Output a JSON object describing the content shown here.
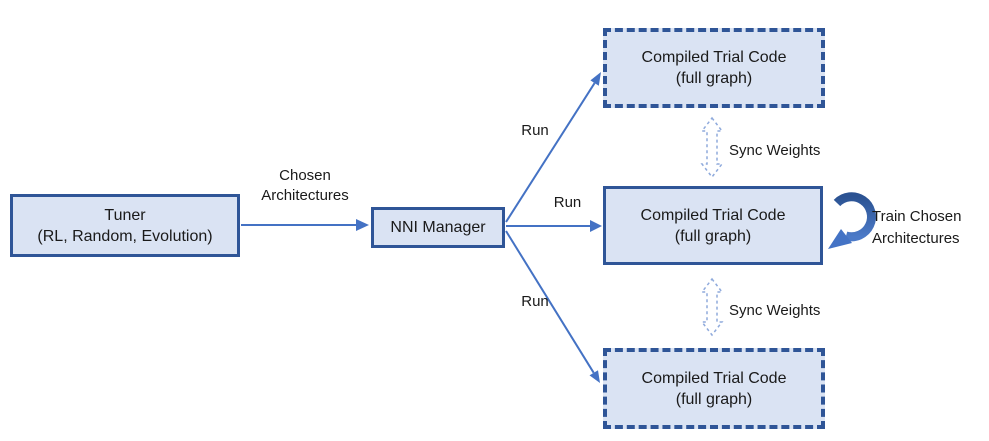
{
  "diagram": {
    "tuner": {
      "title": "Tuner",
      "subtitle": "(RL, Random, Evolution)"
    },
    "manager": {
      "label": "NNI Manager"
    },
    "trial_boxes": [
      {
        "title": "Compiled Trial Code",
        "subtitle": "(full graph)",
        "border_style": "dashed"
      },
      {
        "title": "Compiled Trial Code",
        "subtitle": "(full graph)",
        "border_style": "solid"
      },
      {
        "title": "Compiled Trial Code",
        "subtitle": "(full graph)",
        "border_style": "dashed"
      }
    ],
    "edge_labels": {
      "chosen_architectures": "Chosen\nArchitectures",
      "run_top": "Run",
      "run_middle": "Run",
      "run_bottom": "Run",
      "sync_weights_top": "Sync Weights",
      "sync_weights_bottom": "Sync Weights",
      "train_chosen": "Train Chosen\nArchitectures"
    },
    "colors": {
      "box_fill": "#dae3f3",
      "box_border": "#2f5597",
      "arrow": "#4472c4",
      "sync_arrow": "#8faadc",
      "curved_arrow_dark": "#2b5292",
      "curved_arrow_light": "#4c7ac8",
      "text": "#1a1a1a",
      "background": "#ffffff"
    }
  }
}
